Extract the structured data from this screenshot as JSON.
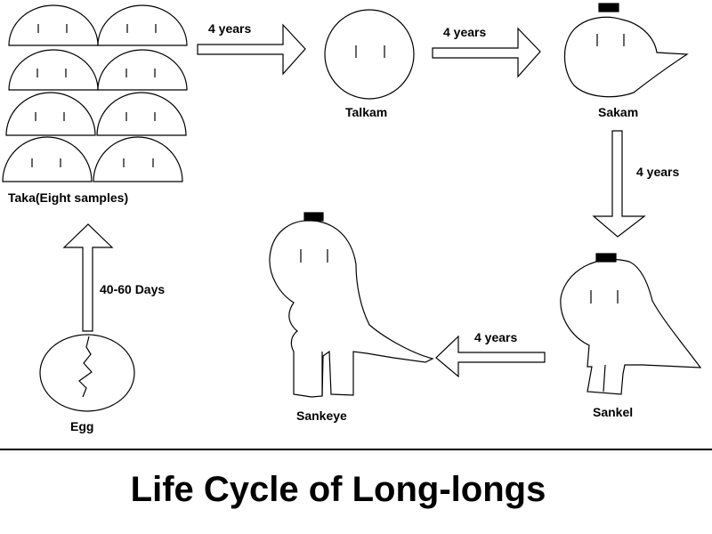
{
  "title": "Life Cycle of Long-longs",
  "stages": {
    "taka": "Taka(Eight samples)",
    "talkam": "Talkam",
    "sakam": "Sakam",
    "sankel": "Sankel",
    "sankeye": "Sankeye",
    "egg": "Egg"
  },
  "transitions": {
    "taka_to_talkam": "4 years",
    "talkam_to_sakam": "4 years",
    "sakam_to_sankel": "4 years",
    "sankel_to_sankeye": "4 years",
    "egg_to_taka": "40-60 Days"
  },
  "taka_sample_count": 8
}
